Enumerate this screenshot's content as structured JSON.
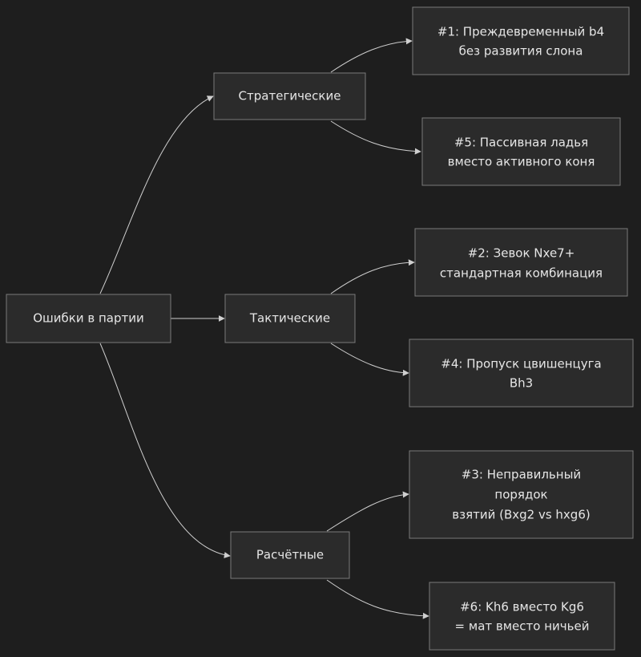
{
  "root": {
    "label": "Ошибки в партии"
  },
  "categories": [
    {
      "id": "strategic",
      "label": "Стратегические",
      "errors": [
        {
          "lines": [
            "#1: Преждевременный b4",
            "без развития слона"
          ]
        },
        {
          "lines": [
            "#5: Пассивная ладья",
            "вместо активного коня"
          ]
        }
      ]
    },
    {
      "id": "tactical",
      "label": "Тактические",
      "errors": [
        {
          "lines": [
            "#2: Зевок Nxe7+",
            "стандартная комбинация"
          ]
        },
        {
          "lines": [
            "#4: Пропуск цвишенцуга",
            "Bh3"
          ]
        }
      ]
    },
    {
      "id": "calculation",
      "label": "Расчётные",
      "errors": [
        {
          "lines": [
            "#3: Неправильный",
            "порядок",
            "взятий (Bxg2 vs hxg6)"
          ]
        },
        {
          "lines": [
            "#6: Kh6 вместо Kg6",
            "= мат вместо ничьей"
          ]
        }
      ]
    }
  ]
}
